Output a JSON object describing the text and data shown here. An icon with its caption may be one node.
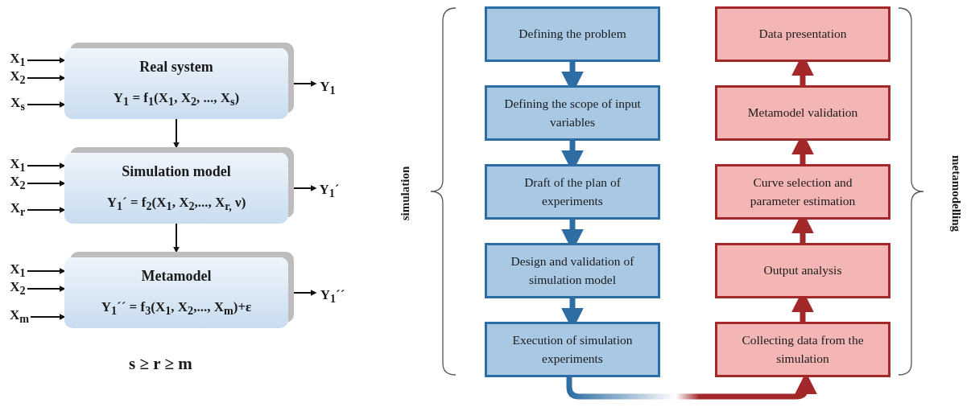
{
  "diagram": {
    "nodes": [
      {
        "text": [
          "X$_{1}$"
        ]
      },
      {
        "text": [
          "X$_{2}$"
        ]
      },
      {
        "text": [
          "X$_{s}$"
        ]
      },
      {
        "text": [
          "Real system",
          "Y$_{1}$ = f$_{1}$(X$_{1}$, X$_{2}$, ..., X$_{s}$)"
        ]
      },
      {
        "text": [
          "Y$_{1}$"
        ]
      },
      {
        "text": [
          "X$_{1}$"
        ]
      },
      {
        "text": [
          "X$_{2}$"
        ]
      },
      {
        "text": [
          "X$_{r}$"
        ]
      },
      {
        "text": [
          "Simulation model",
          "Y$_{1}$´ = f$_{2}$(X$_{1}$, X$_{2}$,..., X$_{r,}$ ν)"
        ]
      },
      {
        "text": [
          "Y$_{1}$´"
        ]
      },
      {
        "text": [
          "X$_{1}$"
        ]
      },
      {
        "text": [
          "X$_{2}$"
        ]
      },
      {
        "text": [
          "X$_{m}$"
        ]
      },
      {
        "text": [
          "Metamodel",
          "Y$_{1}$´´ = f$_{3}$(X$_{1}$, X$_{2}$,..., X$_{m}$)+ε"
        ]
      },
      {
        "text": [
          "Y$_{1}$´´"
        ]
      },
      {
        "text": [
          "Defining the problem"
        ]
      },
      {
        "text": [
          "Defining the scope of input variables"
        ]
      },
      {
        "text": [
          "Draft of the plan of experiments"
        ]
      },
      {
        "text": [
          "Design and validation of simulation model"
        ]
      },
      {
        "text": [
          "Execution of simulation experiments"
        ]
      },
      {
        "text": [
          "Data presentation"
        ]
      },
      {
        "text": [
          "Metamodel validation"
        ]
      },
      {
        "text": [
          "Curve selection and parameter estimation"
        ]
      },
      {
        "text": [
          "Output analysis"
        ]
      },
      {
        "text": [
          "Collecting data from the simulation"
        ]
      }
    ],
    "edges": [
      {
        "from": 0,
        "to": 3,
        "arrow": "to"
      },
      {
        "from": 1,
        "to": 3,
        "arrow": "to"
      },
      {
        "from": 2,
        "to": 3,
        "arrow": "to"
      },
      {
        "from": 3,
        "to": 4,
        "arrow": "to"
      },
      {
        "from": 3,
        "to": 8,
        "arrow": "to"
      },
      {
        "from": 5,
        "to": 8,
        "arrow": "to"
      },
      {
        "from": 6,
        "to": 8,
        "arrow": "to"
      },
      {
        "from": 7,
        "to": 8,
        "arrow": "to"
      },
      {
        "from": 8,
        "to": 9,
        "arrow": "to"
      },
      {
        "from": 8,
        "to": 13,
        "arrow": "to"
      },
      {
        "from": 10,
        "to": 13,
        "arrow": "to"
      },
      {
        "from": 11,
        "to": 13,
        "arrow": "to"
      },
      {
        "from": 12,
        "to": 13,
        "arrow": "to"
      },
      {
        "from": 13,
        "to": 14,
        "arrow": "to"
      },
      {
        "from": 15,
        "to": 16,
        "arrow": "to",
        "style": "thick",
        "color": "#2e6da4"
      },
      {
        "from": 16,
        "to": 17,
        "arrow": "to",
        "style": "thick",
        "color": "#2e6da4"
      },
      {
        "from": 17,
        "to": 18,
        "arrow": "to",
        "style": "thick",
        "color": "#2e6da4"
      },
      {
        "from": 18,
        "to": 19,
        "arrow": "to",
        "style": "thick",
        "color": "#2e6da4"
      },
      {
        "from": 19,
        "to": 24,
        "arrow": "to",
        "style": "thick"
      },
      {
        "from": 24,
        "to": 23,
        "arrow": "to",
        "style": "thick",
        "color": "#a3282a"
      },
      {
        "from": 23,
        "to": 22,
        "arrow": "to",
        "style": "thick",
        "color": "#a3282a"
      },
      {
        "from": 22,
        "to": 21,
        "arrow": "to",
        "style": "thick",
        "color": "#a3282a"
      },
      {
        "from": 21,
        "to": 20,
        "arrow": "to",
        "style": "thick",
        "color": "#a3282a"
      }
    ],
    "labels": [
      "s ≥ r ≥ m",
      "simulation",
      "metamodelling"
    ]
  }
}
